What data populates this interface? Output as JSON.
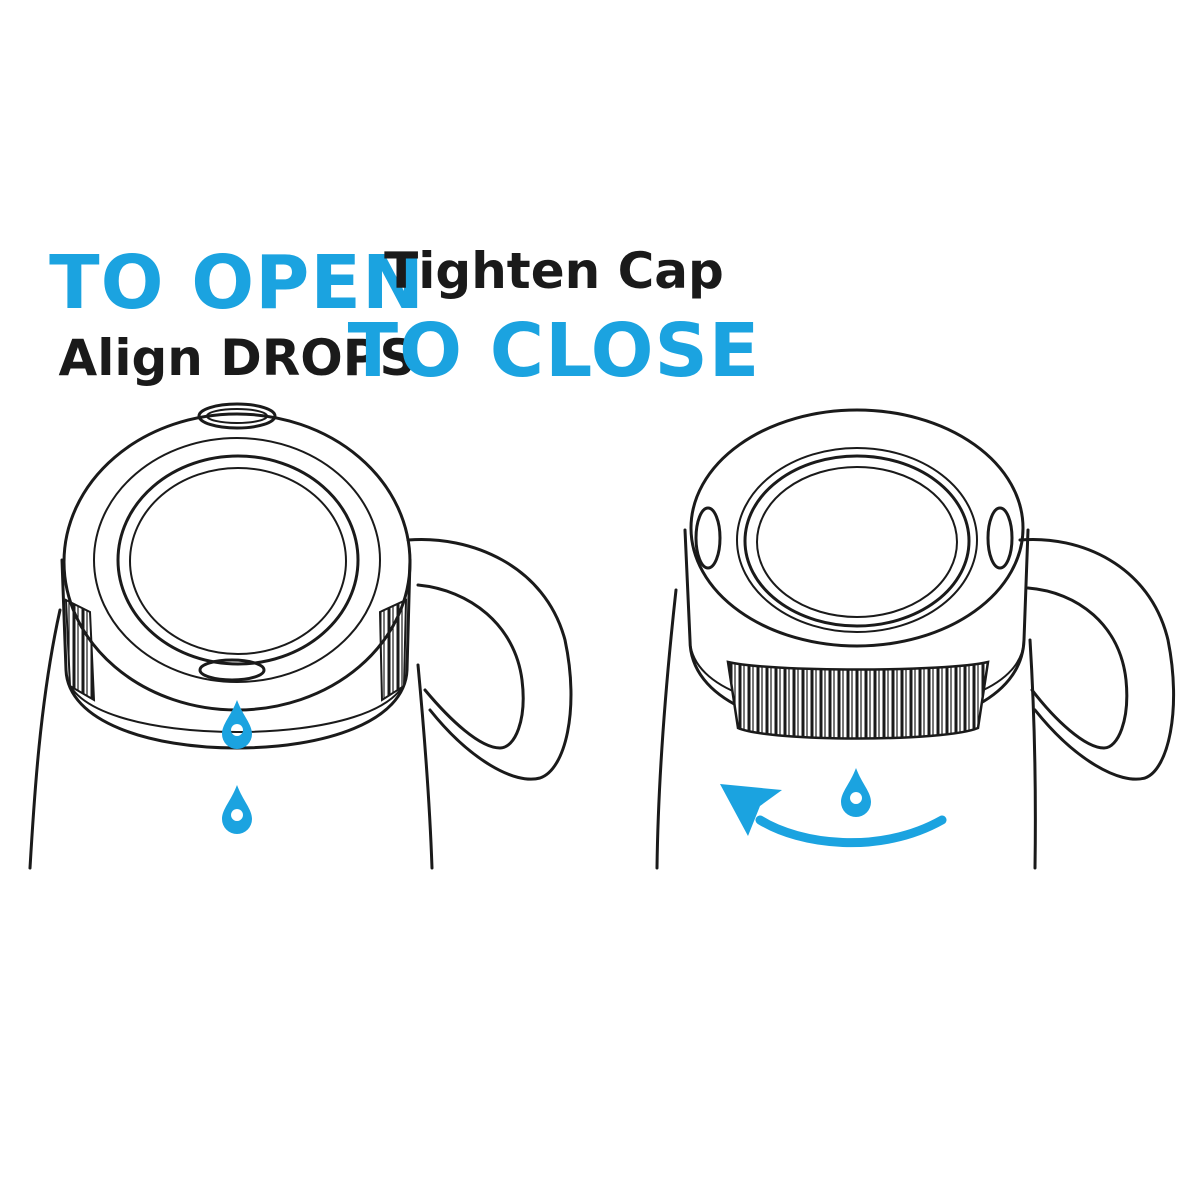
{
  "open_panel": {
    "title": "TO OPEN",
    "subtitle": "Align DROPS"
  },
  "close_panel": {
    "subtitle": "Tighten Cap",
    "title": "TO CLOSE"
  },
  "colors": {
    "accent": "#1ba3e0",
    "ink": "#1a1a1a",
    "background": "#ffffff"
  },
  "icons": [
    "water-drop-icon",
    "rotate-arrow-icon"
  ]
}
